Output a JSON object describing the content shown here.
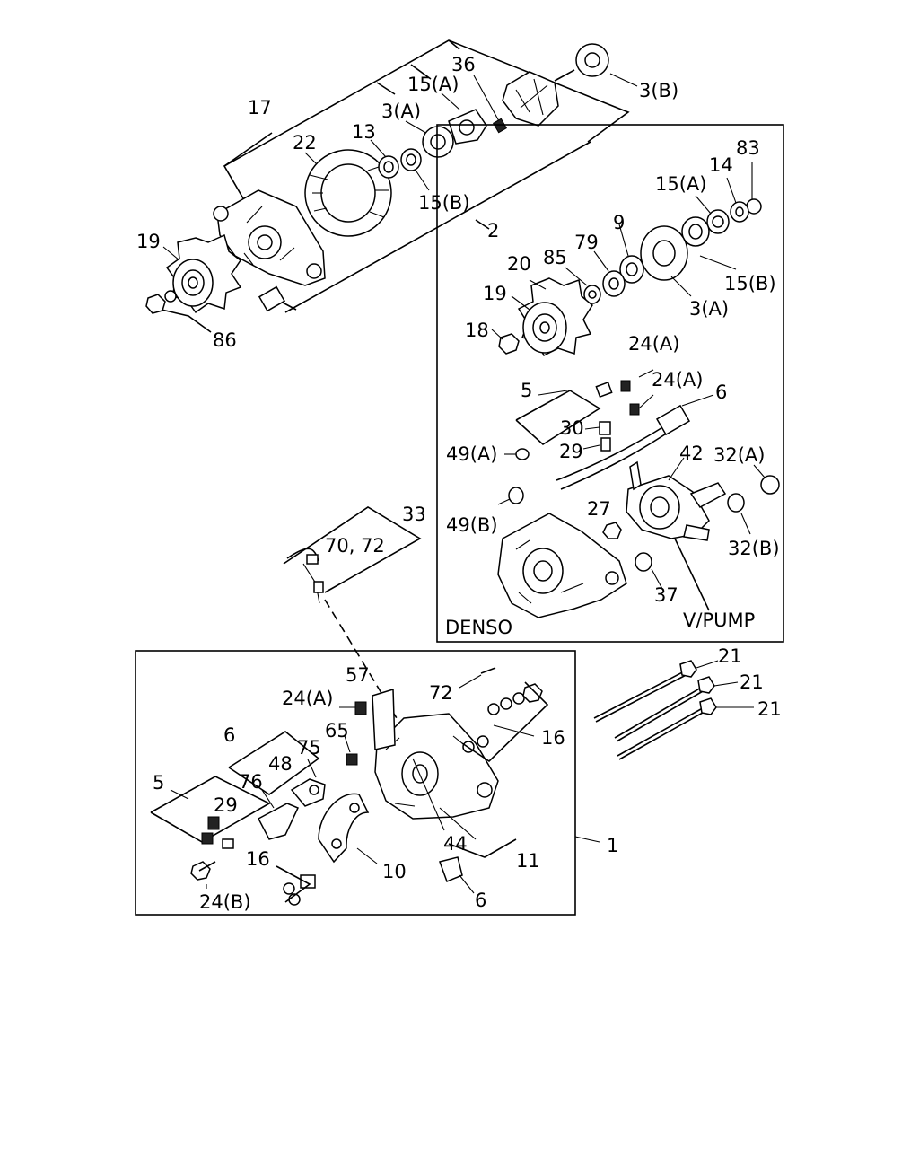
{
  "labels": {
    "p17": "17",
    "p36": "36",
    "p3b": "3(B)",
    "p15a_top": "15(A)",
    "p3a_top": "3(A)",
    "p13": "13",
    "p22": "22",
    "p15b_top": "15(B)",
    "p2": "2",
    "p19_left": "19",
    "p86": "86",
    "p83": "83",
    "p14": "14",
    "p15a_box": "15(A)",
    "p9": "9",
    "p79": "79",
    "p85": "85",
    "p20": "20",
    "p19_box": "19",
    "p15b_box": "15(B)",
    "p3a_box": "3(A)",
    "p18": "18",
    "p24a_1": "24(A)",
    "p24a_2": "24(A)",
    "p5_box": "5",
    "p6_box": "6",
    "p30": "30",
    "p29_box": "29",
    "p49a": "49(A)",
    "p42": "42",
    "p32a": "32(A)",
    "p49b": "49(B)",
    "p27": "27",
    "p32b": "32(B)",
    "p37": "37",
    "p33": "33",
    "p7072": "70, 72",
    "p57": "57",
    "p24a_low": "24(A)",
    "p72": "72",
    "p21a": "21",
    "p21b": "21",
    "p21c": "21",
    "p6_low": "6",
    "p75": "75",
    "p65": "65",
    "p16_right": "16",
    "p48": "48",
    "p76": "76",
    "p5_low": "5",
    "p29_low": "29",
    "p44": "44",
    "p11": "11",
    "p1": "1",
    "p16_low": "16",
    "p10": "10",
    "p24b": "24(B)",
    "p6_bottom": "6"
  },
  "boxes": {
    "denso_title": "DENSO",
    "vpump_title": "V/PUMP"
  }
}
